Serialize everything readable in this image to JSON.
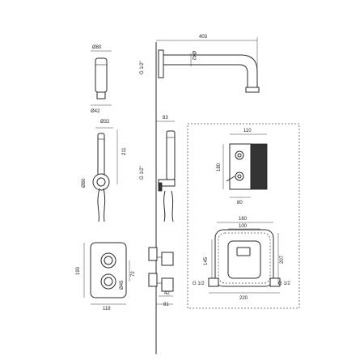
{
  "dimensions": {
    "d80": "Ø80",
    "d42a": "Ø42",
    "g12_arm": "G 1/2\"",
    "d42b": "Ø42",
    "l403": "403",
    "d32": "Ø32",
    "l211": "211",
    "d80b": "Ø80",
    "l83": "83",
    "g12_hand": "G 1/2\"",
    "l110": "110",
    "l180": "180",
    "l80": "80",
    "l160": "160",
    "l100": "100",
    "l145": "145",
    "l207": "207",
    "g12_left": "G 1/2",
    "g12_right": "G 1/2",
    "l220": "220",
    "l190": "190",
    "l72": "72",
    "d45": "Ø45",
    "l118": "118",
    "l42": "42",
    "l81": "81"
  },
  "colors": {
    "line": "#2a2a2a",
    "dashed_box": "#555555",
    "background": "#ffffff"
  }
}
